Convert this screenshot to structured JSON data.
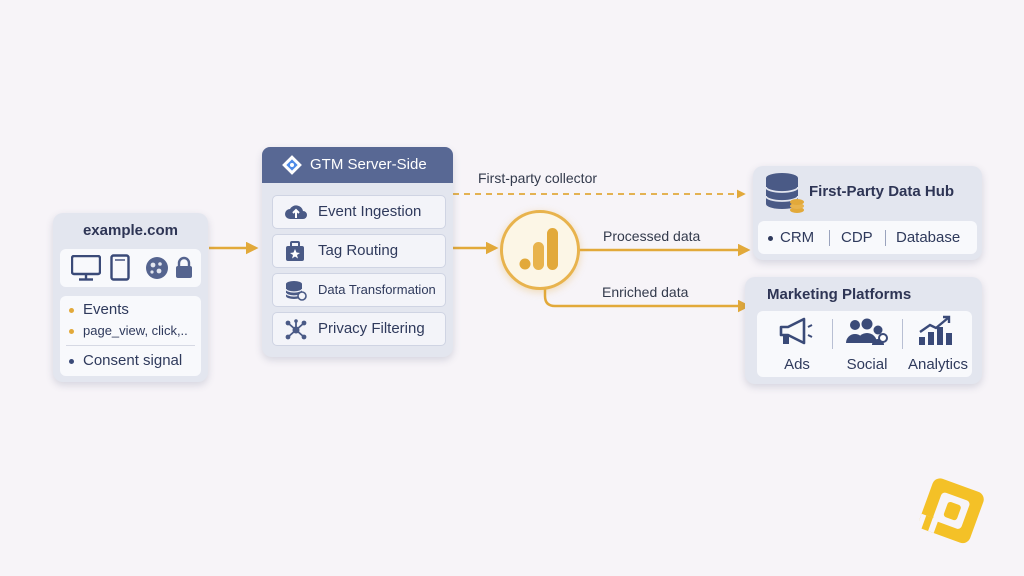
{
  "source": {
    "title": "example.com",
    "device_icons": [
      "desktop-icon",
      "tablet-icon",
      "cookie-icon",
      "lock-icon"
    ],
    "events_label": "Events",
    "events_detail": "page_view, click,..",
    "consent_label": "Consent signal"
  },
  "gtm": {
    "title": "GTM Server-Side",
    "items": [
      {
        "label": "Event Ingestion",
        "icon": "cloud-upload-icon"
      },
      {
        "label": "Tag Routing",
        "icon": "tag-routing-icon"
      },
      {
        "label": "Data Transformation",
        "icon": "database-icon"
      },
      {
        "label": "Privacy Filtering",
        "icon": "network-icon"
      }
    ]
  },
  "analytics_node": {
    "icon": "google-analytics-icon"
  },
  "edges": {
    "first_party": "First-party collector",
    "processed": "Processed data",
    "enriched": "Enriched data"
  },
  "data_hub": {
    "title": "First-Party Data Hub",
    "items": [
      "CRM",
      "CDP",
      "Database"
    ]
  },
  "marketing": {
    "title": "Marketing Platforms",
    "items": [
      {
        "label": "Ads",
        "icon": "megaphone-icon"
      },
      {
        "label": "Social",
        "icon": "people-icon"
      },
      {
        "label": "Analytics",
        "icon": "growth-chart-icon"
      }
    ]
  },
  "colors": {
    "accent": "#e2a93a",
    "navy": "#586894",
    "background": "#f7f4f8"
  },
  "brand_logo": {
    "icon": "brand-logo-icon"
  }
}
